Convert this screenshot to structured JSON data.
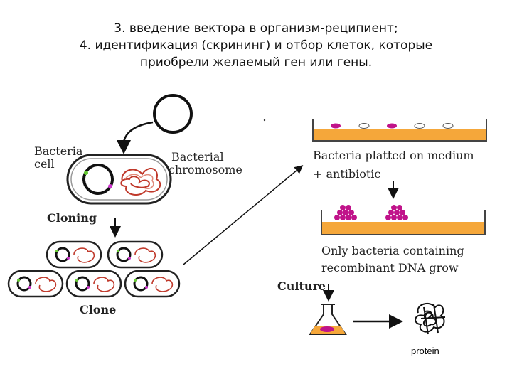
{
  "heading": {
    "line1": "3. введение вектора в организм-реципиент;",
    "line2": "4. идентификация (скрининг) и отбор клеток, которые",
    "line3": "приобрели желаемый ген или гены."
  },
  "labels": {
    "bacteria_cell_1": "Bacteria",
    "bacteria_cell_2": "cell",
    "bacterial_chromosome_1": "Bacterial",
    "bacterial_chromosome_2": "chromosome",
    "cloning": "Cloning",
    "clone": "Clone",
    "plated_1": "Bacteria platted on medium",
    "plated_2": "+ antibiotic",
    "only_1": "Only bacteria containing",
    "only_2": "recombinant DNA grow",
    "culture": "Culture",
    "protein": "protein"
  },
  "colors": {
    "medium": "#f5a73a",
    "colony": "#c0138a",
    "plasmid_marker": "#cc33cc",
    "green_marker": "#66cc33",
    "chromosome": "#c0392b"
  }
}
